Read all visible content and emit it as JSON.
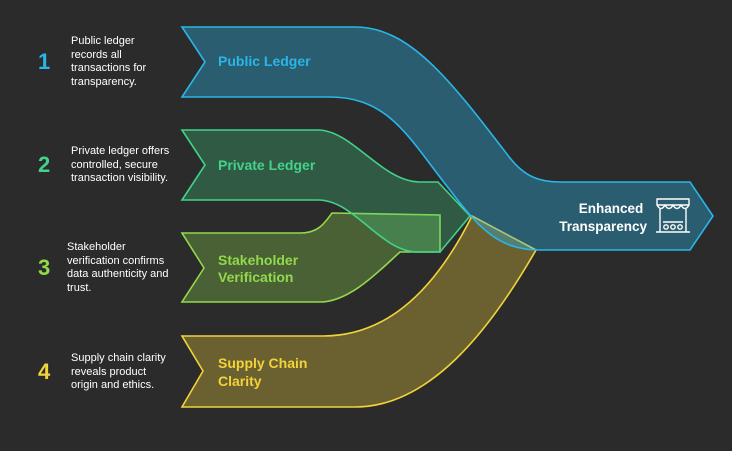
{
  "colors": {
    "background": "#2b2b2b",
    "public": "#29b6e8",
    "private": "#41d38a",
    "stakeholder": "#92d94b",
    "supply": "#f2d33a",
    "text": "#ffffff"
  },
  "steps": [
    {
      "number": "1",
      "lines": [
        "Public ledger",
        "records all",
        "transactions for",
        "transparency."
      ],
      "label": [
        "Public Ledger"
      ]
    },
    {
      "number": "2",
      "lines": [
        "Private ledger offers",
        "controlled, secure",
        "transaction visibility."
      ],
      "label": [
        "Private Ledger"
      ]
    },
    {
      "number": "3",
      "lines": [
        "Stakeholder",
        "verification confirms",
        "data authenticity and",
        "trust."
      ],
      "label": [
        "Stakeholder",
        "Verification"
      ]
    },
    {
      "number": "4",
      "lines": [
        "Supply chain clarity",
        "reveals product",
        "origin and ethics."
      ],
      "label": [
        "Supply Chain",
        "Clarity"
      ]
    }
  ],
  "outcome": {
    "label": [
      "Enhanced",
      "Transparency"
    ],
    "icon": "market-stall-icon"
  }
}
